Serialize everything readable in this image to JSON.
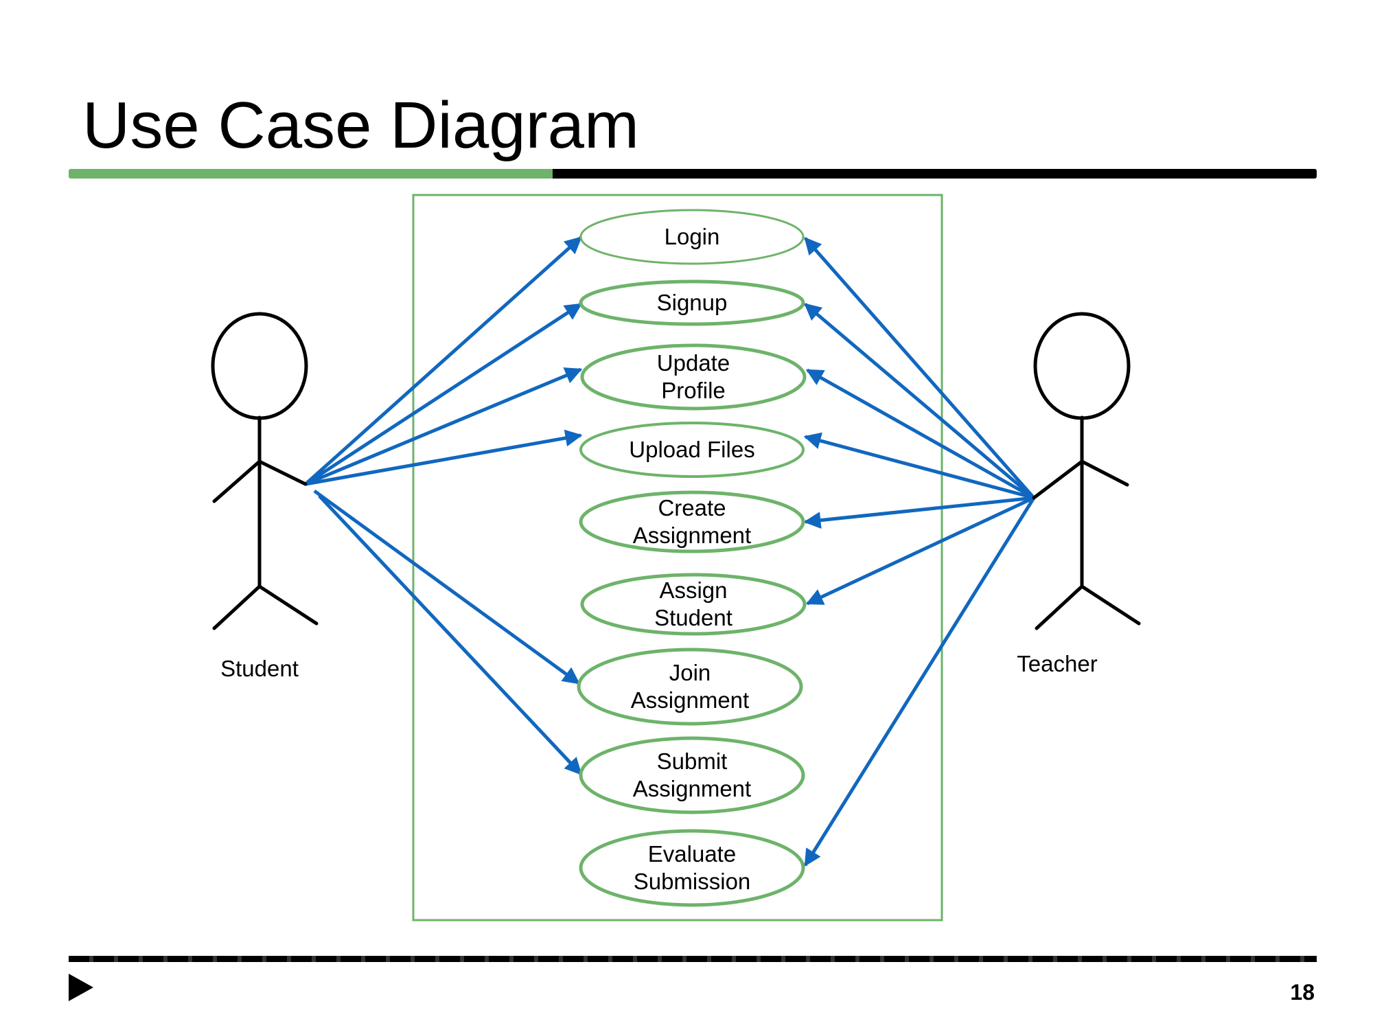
{
  "title": "Use Case Diagram",
  "page_number": "18",
  "colors": {
    "accent_green": "#6db36a",
    "arrow_blue": "#1167bf",
    "actor_black": "#000000"
  },
  "actors": [
    {
      "id": "student",
      "label": "Student"
    },
    {
      "id": "teacher",
      "label": "Teacher"
    }
  ],
  "use_cases": [
    {
      "id": "login",
      "lines": [
        "Login"
      ]
    },
    {
      "id": "signup",
      "lines": [
        "Signup"
      ]
    },
    {
      "id": "update-profile",
      "lines": [
        "Update",
        "Profile"
      ]
    },
    {
      "id": "upload-files",
      "lines": [
        "Upload Files"
      ]
    },
    {
      "id": "create-assignment",
      "lines": [
        "Create",
        "Assignment"
      ]
    },
    {
      "id": "assign-student",
      "lines": [
        "Assign",
        "Student"
      ]
    },
    {
      "id": "join-assignment",
      "lines": [
        "Join",
        "Assignment"
      ]
    },
    {
      "id": "submit-assignment",
      "lines": [
        "Submit",
        "Assignment"
      ]
    },
    {
      "id": "evaluate-submission",
      "lines": [
        "Evaluate",
        "Submission"
      ]
    }
  ],
  "associations": [
    {
      "from": "student",
      "to": "login"
    },
    {
      "from": "student",
      "to": "signup"
    },
    {
      "from": "student",
      "to": "update-profile"
    },
    {
      "from": "student",
      "to": "upload-files"
    },
    {
      "from": "student",
      "to": "join-assignment"
    },
    {
      "from": "student",
      "to": "submit-assignment"
    },
    {
      "from": "teacher",
      "to": "login"
    },
    {
      "from": "teacher",
      "to": "signup"
    },
    {
      "from": "teacher",
      "to": "update-profile"
    },
    {
      "from": "teacher",
      "to": "upload-files"
    },
    {
      "from": "teacher",
      "to": "create-assignment"
    },
    {
      "from": "teacher",
      "to": "assign-student"
    },
    {
      "from": "teacher",
      "to": "evaluate-submission"
    }
  ]
}
